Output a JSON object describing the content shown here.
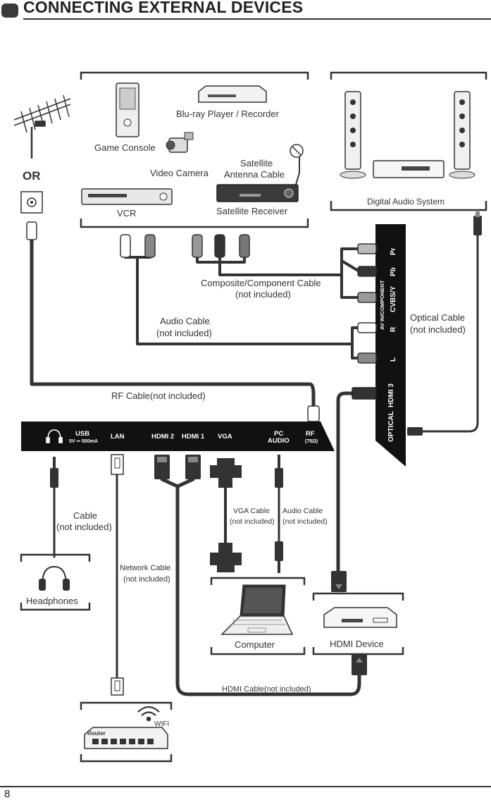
{
  "header": {
    "title": "CONNECTING EXTERNAL DEVICES"
  },
  "footer": {
    "page_number": "8"
  },
  "antenna": {
    "or_label": "OR"
  },
  "av_devices": {
    "blu_ray": "Blu-ray Player / Recorder",
    "game_console": "Game Console",
    "video_camera": "Video Camera",
    "satellite_cable_line1": "Satellite",
    "satellite_cable_line2": "Antenna Cable",
    "vcr": "VCR",
    "satellite_receiver": "Satellite Receiver"
  },
  "digital_audio": {
    "label": "Digital Audio System"
  },
  "side_panel": {
    "pr": "Pr",
    "pb": "Pb",
    "cvbs": "CVBS/Y",
    "av_in": "AV IN/COMPONENT",
    "r": "R",
    "l": "L",
    "hdmi3": "HDMI 3",
    "optical": "OPTICAL"
  },
  "cables": {
    "composite_line1": "Composite/Component Cable",
    "composite_line2": "(not included)",
    "audio_line1": "Audio Cable",
    "audio_line2": "(not included)",
    "optical_line1": "Optical Cable",
    "optical_line2": "(not included)",
    "rf": "RF Cable(not included)",
    "headphone_line1": "Cable",
    "headphone_line2": "(not included)",
    "network_line1": "Network Cable",
    "network_line2": "(not included)",
    "vga_line1": "VGA Cable",
    "vga_line2": "(not included)",
    "pc_audio_line1": "Audio Cable",
    "pc_audio_line2": "(not included)",
    "hdmi": "HDMI Cable(not included)"
  },
  "bottom_panel": {
    "usb": "USB",
    "usb_rating": "5V ⎓ 500mA",
    "lan": "LAN",
    "hdmi2": "HDMI 2",
    "hdmi1": "HDMI 1",
    "vga": "VGA",
    "pc": "PC",
    "audio": "AUDIO",
    "rf": "RF",
    "rf_ohm": "(75Ω)"
  },
  "devices": {
    "headphones": "Headphones",
    "computer": "Computer",
    "hdmi_device": "HDMI Device",
    "router": "Router",
    "wifi": "WIFI"
  }
}
